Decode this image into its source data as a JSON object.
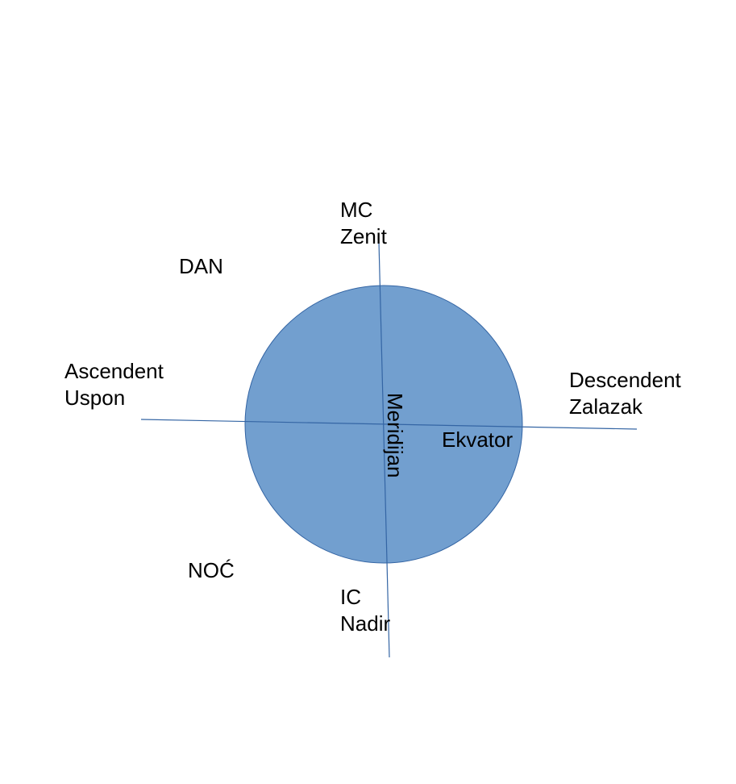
{
  "colors": {
    "circle_fill": "#729fcf",
    "circle_stroke": "#3465a4",
    "line": "#3465a4"
  },
  "labels": {
    "mc": "MC",
    "zenit": "Zenit",
    "dan": "DAN",
    "ascendent": "Ascendent",
    "uspon": "Uspon",
    "descendent": "Descendent",
    "zalazak": "Zalazak",
    "noc": "NOĆ",
    "ic": "IC",
    "nadir": "Nadir",
    "meridijan": "Meridijan",
    "ekvator": "Ekvator"
  }
}
